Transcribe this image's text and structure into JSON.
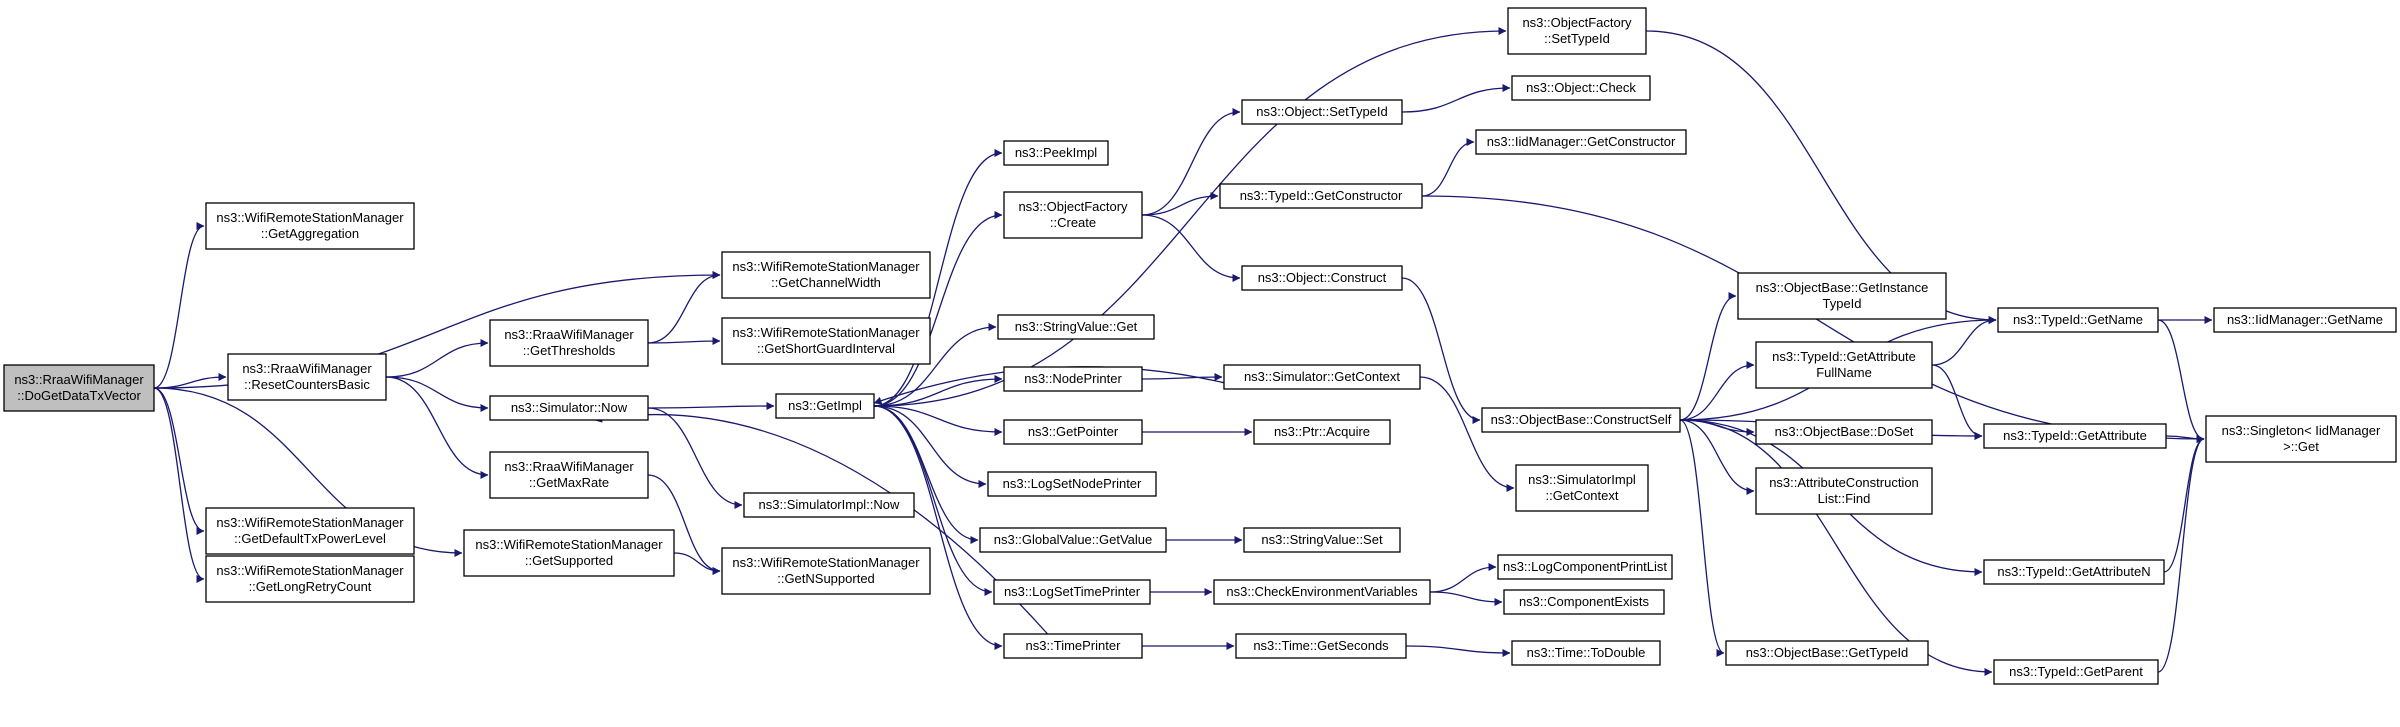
{
  "diagram": {
    "title": "",
    "colors": {
      "edge": "#191970",
      "node_border": "#000000",
      "node_border_truncated": "#ff0000",
      "root_fill": "#bfbfbf",
      "node_fill": "#ffffff",
      "text": "#000000"
    },
    "nodes": [
      {
        "id": "root",
        "lines": [
          "ns3::RraaWifiManager",
          "::DoGetDataTxVector"
        ],
        "style": "root"
      },
      {
        "id": "getAggregation",
        "lines": [
          "ns3::WifiRemoteStationManager",
          "::GetAggregation"
        ],
        "style": "normal"
      },
      {
        "id": "resetCounters",
        "lines": [
          "ns3::RraaWifiManager",
          "::ResetCountersBasic"
        ],
        "style": "normal"
      },
      {
        "id": "getDefaultTxPower",
        "lines": [
          "ns3::WifiRemoteStationManager",
          "::GetDefaultTxPowerLevel"
        ],
        "style": "normal"
      },
      {
        "id": "getLongRetry",
        "lines": [
          "ns3::WifiRemoteStationManager",
          "::GetLongRetryCount"
        ],
        "style": "normal"
      },
      {
        "id": "getThresholds",
        "lines": [
          "ns3::RraaWifiManager",
          "::GetThresholds"
        ],
        "style": "normal"
      },
      {
        "id": "simNow",
        "lines": [
          "ns3::Simulator::Now"
        ],
        "style": "normal"
      },
      {
        "id": "getMaxRate",
        "lines": [
          "ns3::RraaWifiManager",
          "::GetMaxRate"
        ],
        "style": "normal"
      },
      {
        "id": "getSupported",
        "lines": [
          "ns3::WifiRemoteStationManager",
          "::GetSupported"
        ],
        "style": "normal"
      },
      {
        "id": "getChannelWidth",
        "lines": [
          "ns3::WifiRemoteStationManager",
          "::GetChannelWidth"
        ],
        "style": "normal"
      },
      {
        "id": "getShortGuard",
        "lines": [
          "ns3::WifiRemoteStationManager",
          "::GetShortGuardInterval"
        ],
        "style": "normal"
      },
      {
        "id": "simImplNow",
        "lines": [
          "ns3::SimulatorImpl::Now"
        ],
        "style": "normal"
      },
      {
        "id": "getNSupported",
        "lines": [
          "ns3::WifiRemoteStationManager",
          "::GetNSupported"
        ],
        "style": "normal"
      },
      {
        "id": "getImpl",
        "lines": [
          "ns3::GetImpl"
        ],
        "style": "normal"
      },
      {
        "id": "peekImpl",
        "lines": [
          "ns3::PeekImpl"
        ],
        "style": "normal"
      },
      {
        "id": "objFactoryCreate",
        "lines": [
          "ns3::ObjectFactory",
          "::Create"
        ],
        "style": "normal"
      },
      {
        "id": "stringValueGet",
        "lines": [
          "ns3::StringValue::Get"
        ],
        "style": "normal"
      },
      {
        "id": "nodePrinter",
        "lines": [
          "ns3::NodePrinter"
        ],
        "style": "normal"
      },
      {
        "id": "getPointer",
        "lines": [
          "ns3::GetPointer"
        ],
        "style": "normal"
      },
      {
        "id": "logSetNodePrinter",
        "lines": [
          "ns3::LogSetNodePrinter"
        ],
        "style": "normal"
      },
      {
        "id": "globalValueGetValue",
        "lines": [
          "ns3::GlobalValue::GetValue"
        ],
        "style": "normal"
      },
      {
        "id": "logSetTimePrinter",
        "lines": [
          "ns3::LogSetTimePrinter"
        ],
        "style": "normal"
      },
      {
        "id": "timePrinter",
        "lines": [
          "ns3::TimePrinter"
        ],
        "style": "normal"
      },
      {
        "id": "objFactorySetTypeId",
        "lines": [
          "ns3::ObjectFactory",
          "::SetTypeId"
        ],
        "style": "normal"
      },
      {
        "id": "objectSetTypeId",
        "lines": [
          "ns3::Object::SetTypeId"
        ],
        "style": "normal"
      },
      {
        "id": "typeIdGetConstructor",
        "lines": [
          "ns3::TypeId::GetConstructor"
        ],
        "style": "normal"
      },
      {
        "id": "objectConstruct",
        "lines": [
          "ns3::Object::Construct"
        ],
        "style": "normal"
      },
      {
        "id": "simGetContext",
        "lines": [
          "ns3::Simulator::GetContext"
        ],
        "style": "normal"
      },
      {
        "id": "ptrAcquire",
        "lines": [
          "ns3::Ptr::Acquire"
        ],
        "style": "normal"
      },
      {
        "id": "stringValueSet",
        "lines": [
          "ns3::StringValue::Set"
        ],
        "style": "normal"
      },
      {
        "id": "checkEnvVars",
        "lines": [
          "ns3::CheckEnvironmentVariables"
        ],
        "style": "normal"
      },
      {
        "id": "timeGetSeconds",
        "lines": [
          "ns3::Time::GetSeconds"
        ],
        "style": "normal"
      },
      {
        "id": "objectCheck",
        "lines": [
          "ns3::Object::Check"
        ],
        "style": "truncated"
      },
      {
        "id": "iidGetConstructor",
        "lines": [
          "ns3::IidManager::GetConstructor"
        ],
        "style": "truncated"
      },
      {
        "id": "constructSelf",
        "lines": [
          "ns3::ObjectBase::ConstructSelf"
        ],
        "style": "truncated"
      },
      {
        "id": "logComponentPrintList",
        "lines": [
          "ns3::LogComponentPrintList"
        ],
        "style": "truncated"
      },
      {
        "id": "componentExists",
        "lines": [
          "ns3::ComponentExists"
        ],
        "style": "truncated"
      },
      {
        "id": "timeToDouble",
        "lines": [
          "ns3::Time::ToDouble"
        ],
        "style": "truncated"
      },
      {
        "id": "getInstanceTypeId",
        "lines": [
          "ns3::ObjectBase::GetInstance",
          "TypeId"
        ],
        "style": "normal"
      },
      {
        "id": "getAttributeFullName",
        "lines": [
          "ns3::TypeId::GetAttribute",
          "FullName"
        ],
        "style": "normal"
      },
      {
        "id": "objectBaseDoSet",
        "lines": [
          "ns3::ObjectBase::DoSet"
        ],
        "style": "normal"
      },
      {
        "id": "attrConstructionFind",
        "lines": [
          "ns3::AttributeConstruction",
          "List::Find"
        ],
        "style": "normal"
      },
      {
        "id": "simImplGetContext",
        "lines": [
          "ns3::SimulatorImpl",
          "::GetContext"
        ],
        "style": "normal"
      },
      {
        "id": "objectBaseGetTypeId",
        "lines": [
          "ns3::ObjectBase::GetTypeId"
        ],
        "style": "truncated"
      },
      {
        "id": "typeIdGetName",
        "lines": [
          "ns3::TypeId::GetName"
        ],
        "style": "normal"
      },
      {
        "id": "typeIdGetAttribute",
        "lines": [
          "ns3::TypeId::GetAttribute"
        ],
        "style": "truncated"
      },
      {
        "id": "typeIdGetAttributeN",
        "lines": [
          "ns3::TypeId::GetAttributeN"
        ],
        "style": "truncated"
      },
      {
        "id": "typeIdGetParent",
        "lines": [
          "ns3::TypeId::GetParent"
        ],
        "style": "truncated"
      },
      {
        "id": "iidGetName",
        "lines": [
          "ns3::IidManager::GetName"
        ],
        "style": "truncated"
      },
      {
        "id": "singletonGet",
        "lines": [
          "ns3::Singleton< IidManager",
          ">::Get"
        ],
        "style": "normal"
      }
    ],
    "edges": [
      [
        "root",
        "getAggregation"
      ],
      [
        "root",
        "getChannelWidth"
      ],
      [
        "root",
        "resetCounters"
      ],
      [
        "root",
        "getDefaultTxPower"
      ],
      [
        "root",
        "getLongRetry"
      ],
      [
        "root",
        "getSupported"
      ],
      [
        "resetCounters",
        "getThresholds"
      ],
      [
        "resetCounters",
        "simNow"
      ],
      [
        "resetCounters",
        "getMaxRate"
      ],
      [
        "getThresholds",
        "getChannelWidth"
      ],
      [
        "getThresholds",
        "getShortGuard"
      ],
      [
        "simNow",
        "getImpl"
      ],
      [
        "simNow",
        "simImplNow"
      ],
      [
        "getMaxRate",
        "getNSupported"
      ],
      [
        "getSupported",
        "getNSupported"
      ],
      [
        "getImpl",
        "objFactorySetTypeId"
      ],
      [
        "getImpl",
        "peekImpl"
      ],
      [
        "getImpl",
        "objFactoryCreate"
      ],
      [
        "getImpl",
        "stringValueGet"
      ],
      [
        "getImpl",
        "nodePrinter"
      ],
      [
        "getImpl",
        "getPointer"
      ],
      [
        "getImpl",
        "logSetNodePrinter"
      ],
      [
        "getImpl",
        "globalValueGetValue"
      ],
      [
        "getImpl",
        "logSetTimePrinter"
      ],
      [
        "getImpl",
        "timePrinter"
      ],
      [
        "simGetContext",
        "getImpl"
      ],
      [
        "timePrinter",
        "simNow"
      ],
      [
        "objFactoryCreate",
        "objectSetTypeId"
      ],
      [
        "objFactoryCreate",
        "typeIdGetConstructor"
      ],
      [
        "objFactoryCreate",
        "objectConstruct"
      ],
      [
        "objectSetTypeId",
        "objectCheck"
      ],
      [
        "typeIdGetConstructor",
        "iidGetConstructor"
      ],
      [
        "typeIdGetConstructor",
        "singletonGet"
      ],
      [
        "objectConstruct",
        "constructSelf"
      ],
      [
        "nodePrinter",
        "simGetContext"
      ],
      [
        "simGetContext",
        "simImplGetContext"
      ],
      [
        "getPointer",
        "ptrAcquire"
      ],
      [
        "globalValueGetValue",
        "stringValueSet"
      ],
      [
        "logSetTimePrinter",
        "checkEnvVars"
      ],
      [
        "checkEnvVars",
        "logComponentPrintList"
      ],
      [
        "checkEnvVars",
        "componentExists"
      ],
      [
        "timePrinter",
        "timeGetSeconds"
      ],
      [
        "timeGetSeconds",
        "timeToDouble"
      ],
      [
        "objFactorySetTypeId",
        "typeIdGetName"
      ],
      [
        "constructSelf",
        "getInstanceTypeId"
      ],
      [
        "constructSelf",
        "getAttributeFullName"
      ],
      [
        "constructSelf",
        "objectBaseDoSet"
      ],
      [
        "constructSelf",
        "attrConstructionFind"
      ],
      [
        "constructSelf",
        "objectBaseGetTypeId"
      ],
      [
        "constructSelf",
        "typeIdGetName"
      ],
      [
        "constructSelf",
        "typeIdGetAttribute"
      ],
      [
        "constructSelf",
        "typeIdGetAttributeN"
      ],
      [
        "constructSelf",
        "typeIdGetParent"
      ],
      [
        "getAttributeFullName",
        "typeIdGetName"
      ],
      [
        "getAttributeFullName",
        "typeIdGetAttribute"
      ],
      [
        "typeIdGetName",
        "iidGetName"
      ],
      [
        "typeIdGetName",
        "singletonGet"
      ],
      [
        "typeIdGetAttribute",
        "singletonGet"
      ],
      [
        "typeIdGetAttributeN",
        "singletonGet"
      ],
      [
        "typeIdGetParent",
        "singletonGet"
      ]
    ]
  }
}
